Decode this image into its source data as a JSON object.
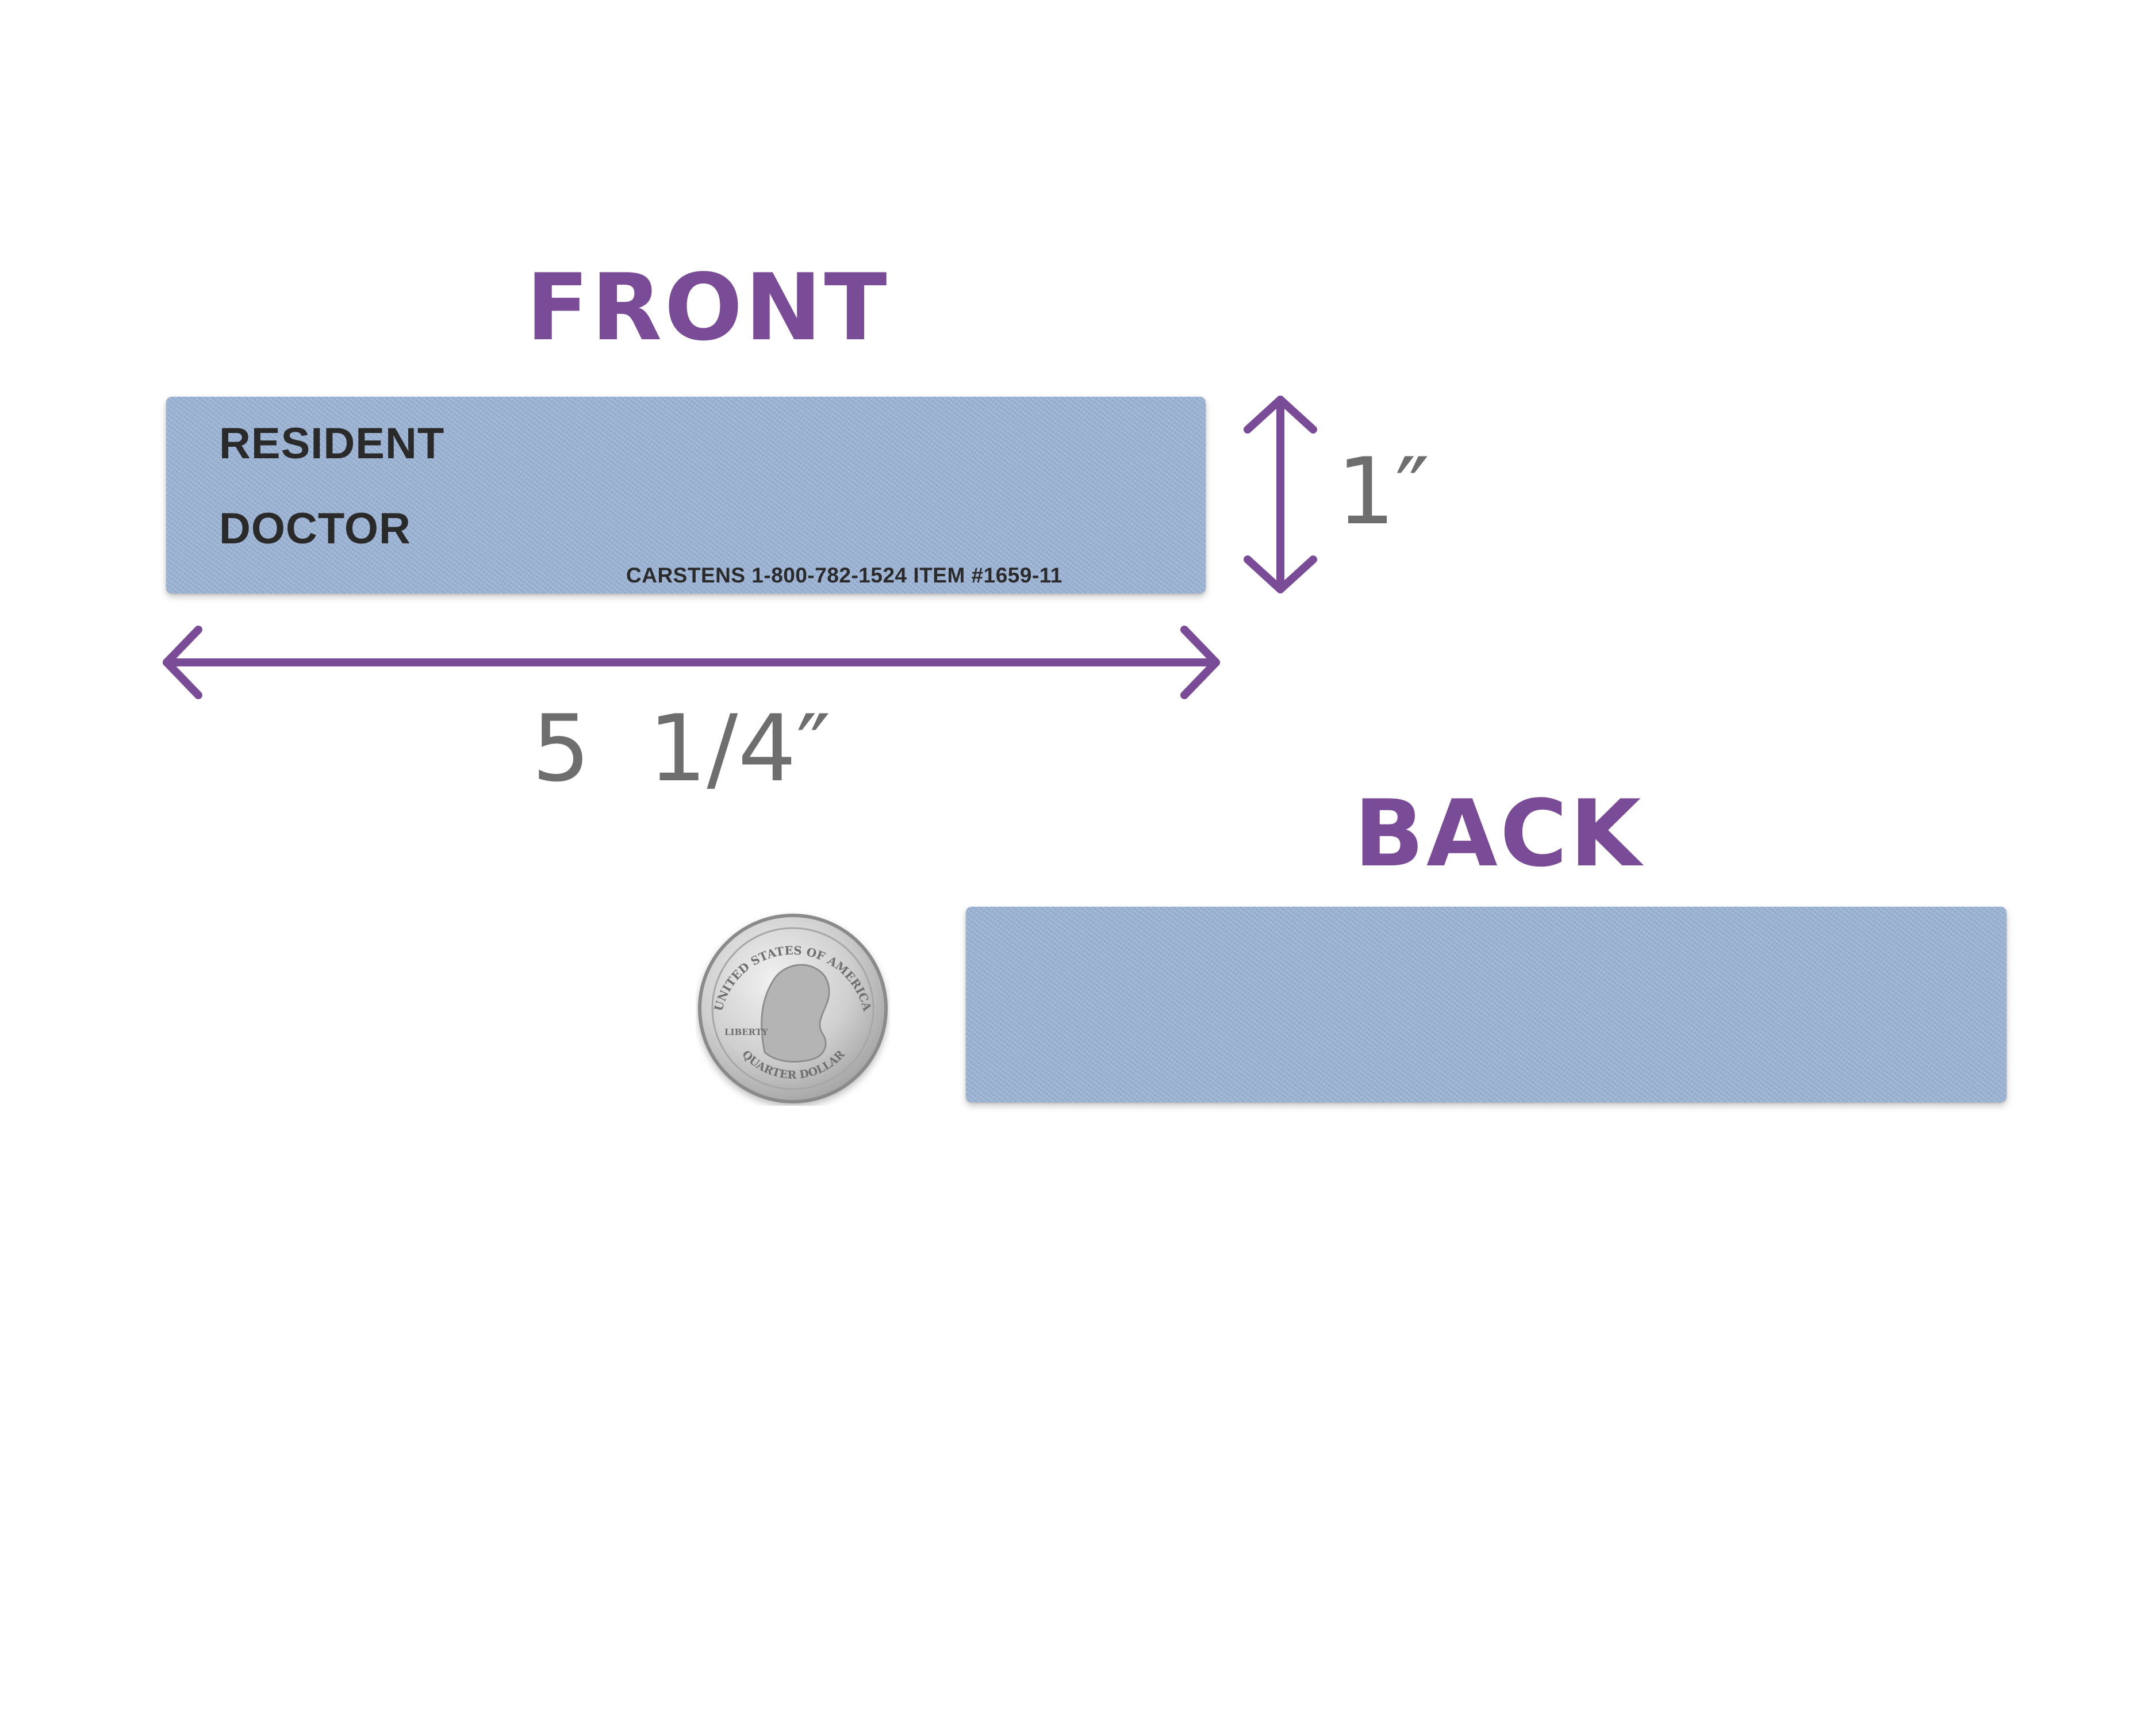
{
  "front": {
    "heading": "FRONT",
    "line_1": "RESIDENT",
    "line_2": "DOCTOR",
    "imprint": "CARSTENS 1-800-782-1524 ITEM #1659-11"
  },
  "back": {
    "heading": "BACK"
  },
  "dimensions": {
    "width": "5 1/4″",
    "height": "1″"
  },
  "coin": {
    "top_text": "UNITED STATES OF AMERICA",
    "left_text": "LIBERTY",
    "bottom_text": "QUARTER DOLLAR"
  },
  "colors": {
    "heading": "#7a4b97",
    "arrow": "#7a4b97",
    "dimension_text": "#6e6e6e",
    "card": "#9fb6d8",
    "card_text": "#2a2a2a",
    "coin": "#c9c9c9"
  }
}
